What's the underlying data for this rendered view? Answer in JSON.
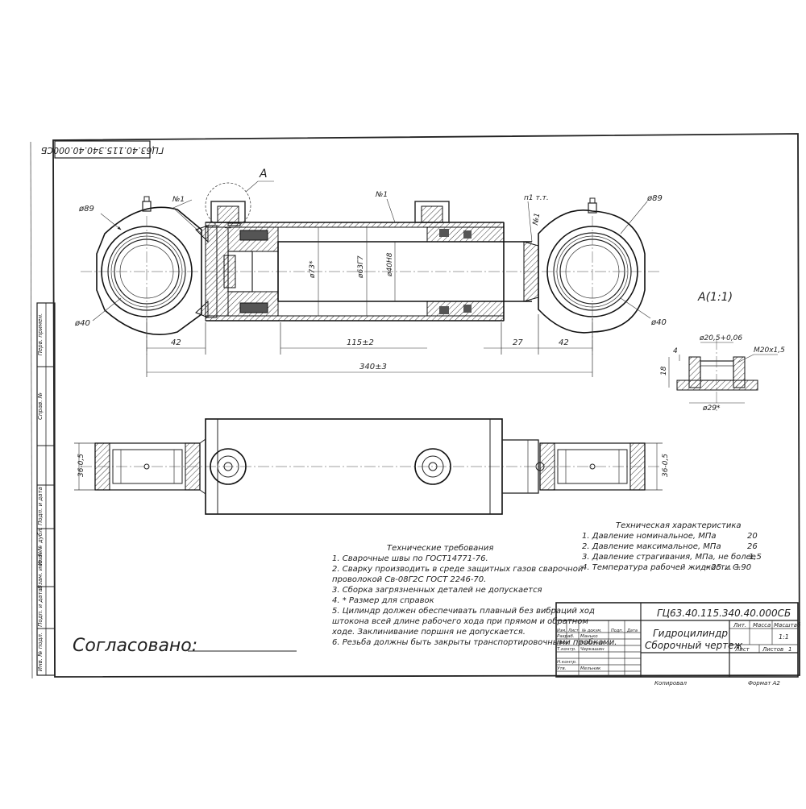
{
  "stamp_code_rotated": "ГЦ63.40.115.340.40.000СБ",
  "view_label_a": "А",
  "view_label_a_scale": "А(1:1)",
  "dims": {
    "d89_left": "ø89",
    "d89_right": "ø89",
    "d40_left": "ø40",
    "d40_right": "ø40",
    "weld1_left": "№1",
    "weld1_mid": "№1",
    "weld1_right": "№1",
    "n_tm": "п1 т.т.",
    "d73": "ø73*",
    "d63": "ø63Г7",
    "d40h8": "ø40Н8",
    "len42_left": "42",
    "len115": "115±2",
    "len27": "27",
    "len42_right": "42",
    "len340": "340±3",
    "width36_left": "36-0,5",
    "width36_right": "36-0,5",
    "detail_d205": "ø20,5+0,06",
    "detail_m20": "М20х1,5",
    "detail_4": "4",
    "detail_18": "18",
    "detail_d29": "ø29*"
  },
  "tech_characteristics": {
    "title": "Техническая характеристика",
    "rows": [
      {
        "label": "1. Давление номинальное, МПа",
        "value": "20"
      },
      {
        "label": "2. Давление максимальное, МПа",
        "value": "26"
      },
      {
        "label": "3. Давление страгивания, МПа, не более",
        "value": "1,5"
      },
      {
        "label": "4. Температура рабочей жидкости С.",
        "value": "−25 ... +90"
      }
    ]
  },
  "tech_requirements": {
    "title": "Технические требования",
    "lines": [
      "1. Сварочные швы по ГОСТ14771-76.",
      "2. Сварку производить в среде защитных газов сварочной",
      "проволокой Св-08Г2С ГОСТ 2246-70.",
      "3. Сборка загрязненных деталей не допускается",
      "4. * Размер для справок",
      "5. Цилиндр должен обеспечивать плавный без вибраций ход",
      "штокона всей длине рабочего хода при прямом и обратном",
      "ходе. Заклинивание поршня не допускается.",
      "6. Резьба должны быть закрыты транспортировочными пробками."
    ]
  },
  "agreed": "Согласовано:",
  "side_column": [
    "Перв. примен.",
    "Справ. №",
    "Подп. и дата",
    "Инв. № дубл.",
    "Взам. инв. №",
    "Подп. и дата",
    "Инв. № подл."
  ],
  "title_block": {
    "code": "ГЦ63.40.115.340.40.000СБ",
    "name_line1": "Гидроцилиндр",
    "name_line2": "Сборочный чертеж",
    "col_lit": "Лит.",
    "col_mass": "Масса",
    "col_scale": "Масштаб",
    "scale_value": "1:1",
    "sheet_label": "Лист",
    "sheets_label": "Листов",
    "sheets_value": "1",
    "header_cells": [
      "Изм.",
      "Лист",
      "№ докум.",
      "Подп.",
      "Дата"
    ],
    "people": [
      {
        "role": "Разраб.",
        "name": "Манько"
      },
      {
        "role": "Пров.",
        "name": "Коршунов"
      },
      {
        "role": "Т.контр.",
        "name": "Черкашин"
      },
      {
        "role": "",
        "name": ""
      },
      {
        "role": "Н.контр.",
        "name": ""
      },
      {
        "role": "Утв.",
        "name": "Мельник"
      }
    ],
    "copied": "Копировал",
    "format": "Формат А2"
  }
}
